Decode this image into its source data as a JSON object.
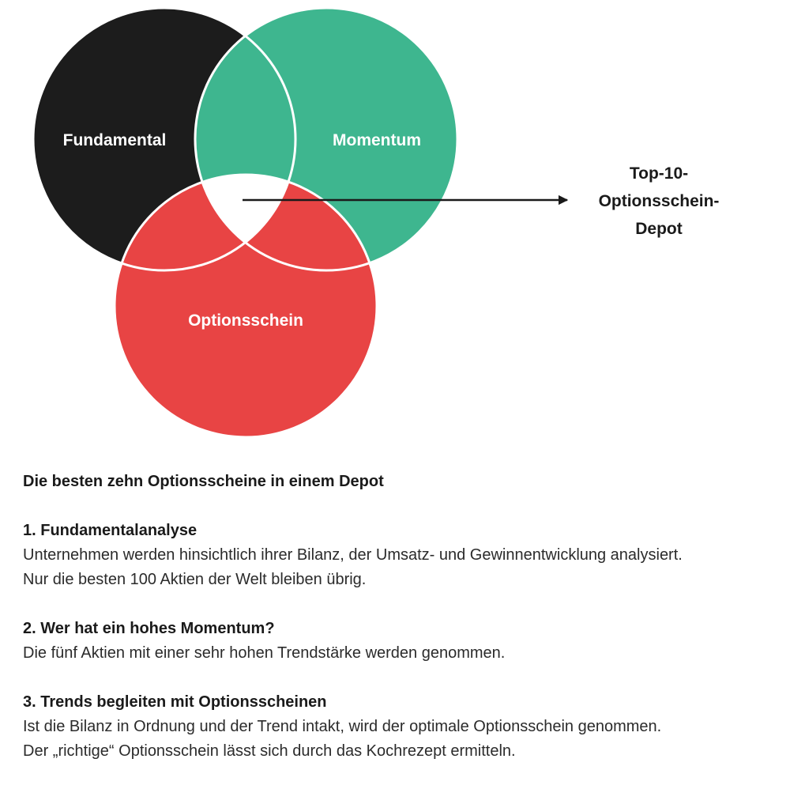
{
  "diagram": {
    "circles": [
      {
        "id": "fundamental",
        "label": "Fundamental",
        "color": "#1c1c1c"
      },
      {
        "id": "momentum",
        "label": "Momentum",
        "color": "#3eb68f"
      },
      {
        "id": "optionsschein",
        "label": "Optionsschein",
        "color": "#e84444"
      }
    ],
    "intersection_color": "#ffffff",
    "outline_color": "#ffffff",
    "arrow_color": "#1a1a1a",
    "result_lines": [
      "Top-10-",
      "Optionsschein-",
      "Depot"
    ]
  },
  "article": {
    "title": "Die besten zehn Optionsscheine in einem Depot",
    "sections": [
      {
        "heading": "1. Fundamentalanalyse",
        "lines": [
          "Unternehmen werden hinsichtlich ihrer Bilanz, der Umsatz- und Gewinnentwicklung analysiert.",
          "Nur die besten 100 Aktien der Welt bleiben übrig."
        ]
      },
      {
        "heading": "2. Wer hat ein hohes Momentum?",
        "lines": [
          "Die fünf Aktien mit einer sehr hohen Trendstärke werden genommen."
        ]
      },
      {
        "heading": "3. Trends begleiten mit Optionsscheinen",
        "lines": [
          "Ist die Bilanz in Ordnung und der Trend intakt, wird der optimale Optionsschein genommen.",
          "Der „richtige“ Optionsschein lässt sich durch das Kochrezept ermitteln."
        ]
      }
    ]
  }
}
